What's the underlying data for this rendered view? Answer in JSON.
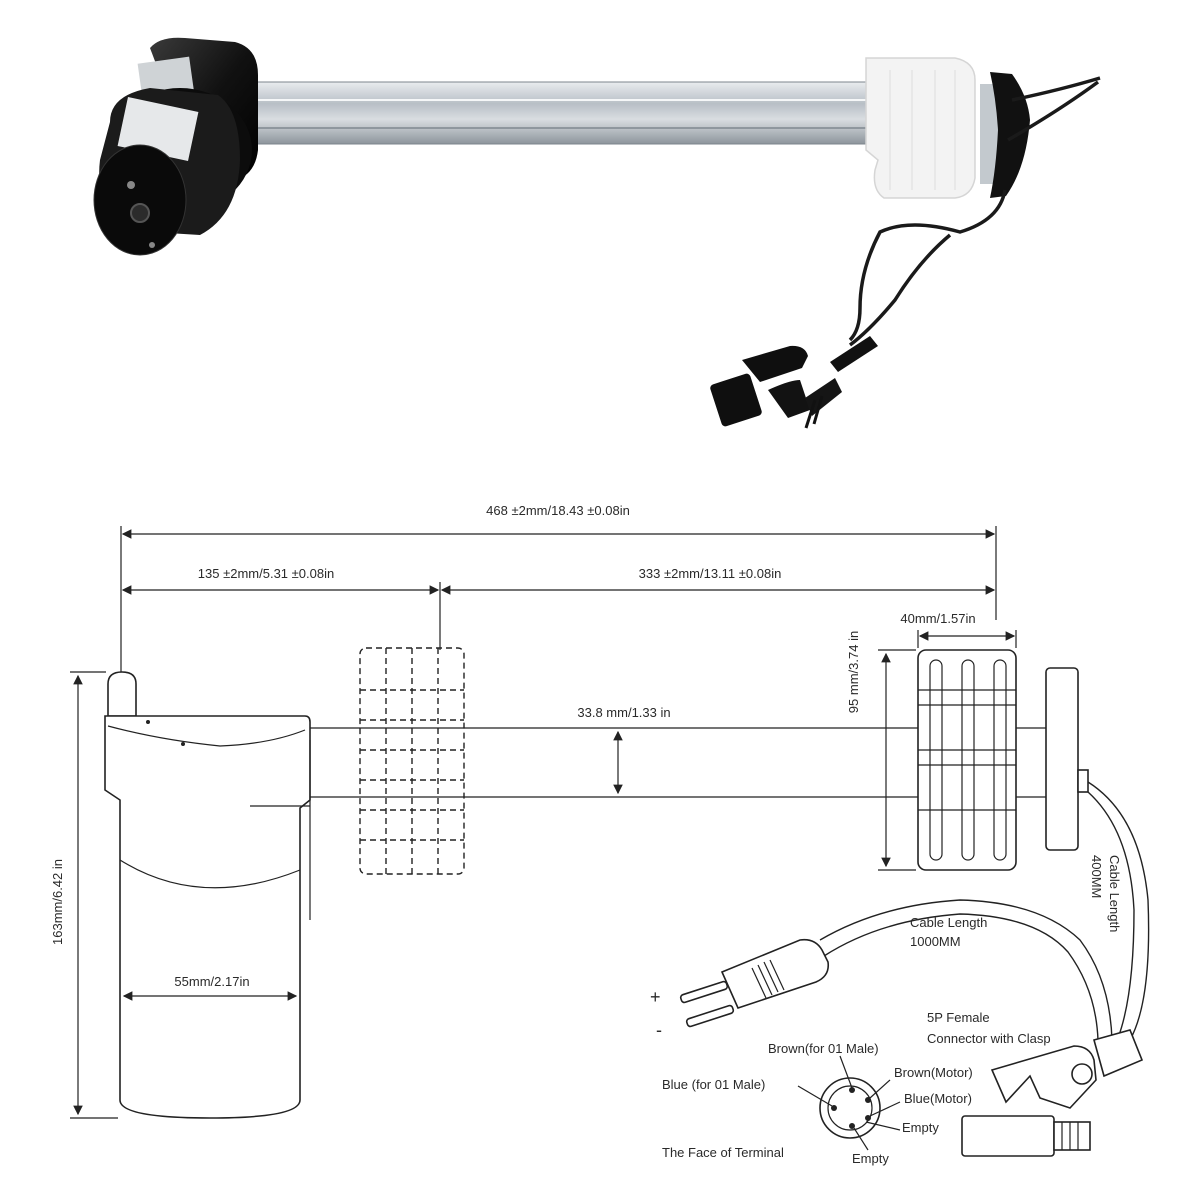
{
  "dimensions": {
    "overall": "468 ±2mm/18.43 ±0.08in",
    "motor_section": "135 ±2mm/5.31 ±0.08in",
    "stroke_section": "333 ±2mm/13.11 ±0.08in",
    "tube_diameter": "33.8 mm/1.33 in",
    "bracket_width": "40mm/1.57in",
    "bracket_height": "95 mm/3.74 in",
    "motor_height": "163mm/6.42 in",
    "motor_width": "55mm/2.17in"
  },
  "cables": {
    "plug_cable": "Cable Length",
    "plug_cable_len": "1000MM",
    "motor_cable": "Cable Length",
    "motor_cable_len": "400MM"
  },
  "plug": {
    "plus": "+",
    "minus": "-"
  },
  "connector": {
    "title_line1": "5P Female",
    "title_line2": "Connector with Clasp",
    "pin_brown_01": "Brown(for 01 Male)",
    "pin_blue_01": "Blue (for 01 Male)",
    "pin_brown_motor": "Brown(Motor)",
    "pin_blue_motor": "Blue(Motor)",
    "pin_empty_1": "Empty",
    "pin_empty_2": "Empty",
    "face_label": "The Face of Terminal"
  },
  "colors": {
    "line": "#222222",
    "tube": "#c9cfd4",
    "motor": "#151515",
    "bracket": "#f2f2f2"
  }
}
